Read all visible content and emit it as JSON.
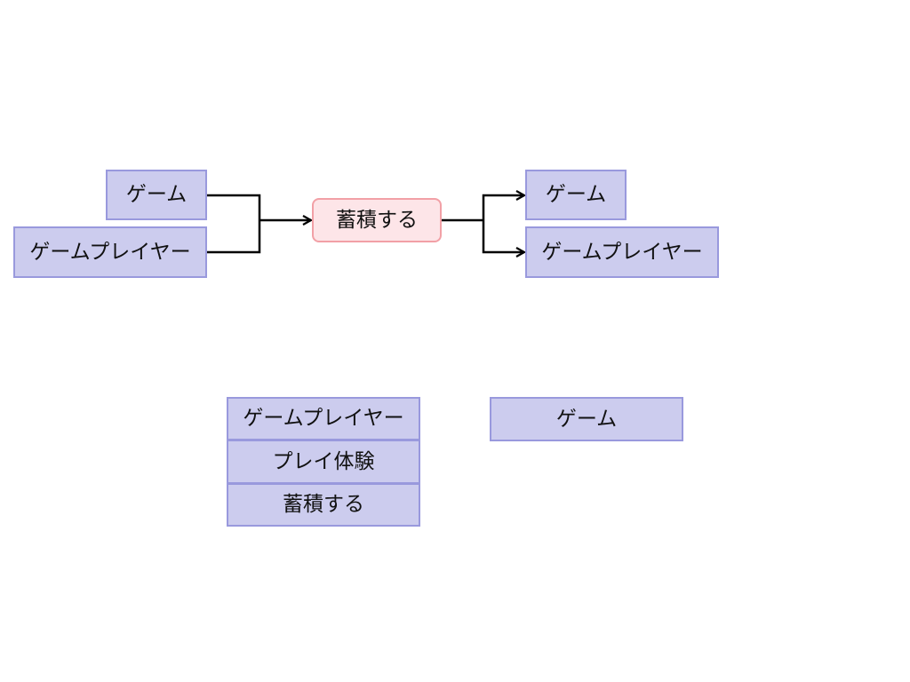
{
  "flow": {
    "inputs": [
      "ゲーム",
      "ゲームプレイヤー"
    ],
    "process": "蓄積する",
    "outputs": [
      "ゲーム",
      "ゲームプレイヤー"
    ]
  },
  "stack": {
    "items": [
      "ゲームプレイヤー",
      "プレイ体験",
      "蓄積する"
    ]
  },
  "standalone": {
    "label": "ゲーム"
  },
  "colors": {
    "box_fill": "#ccccee",
    "box_border": "#9999dd",
    "process_fill": "#fde5e8",
    "process_border": "#f2a0a6",
    "connector": "#000000"
  }
}
